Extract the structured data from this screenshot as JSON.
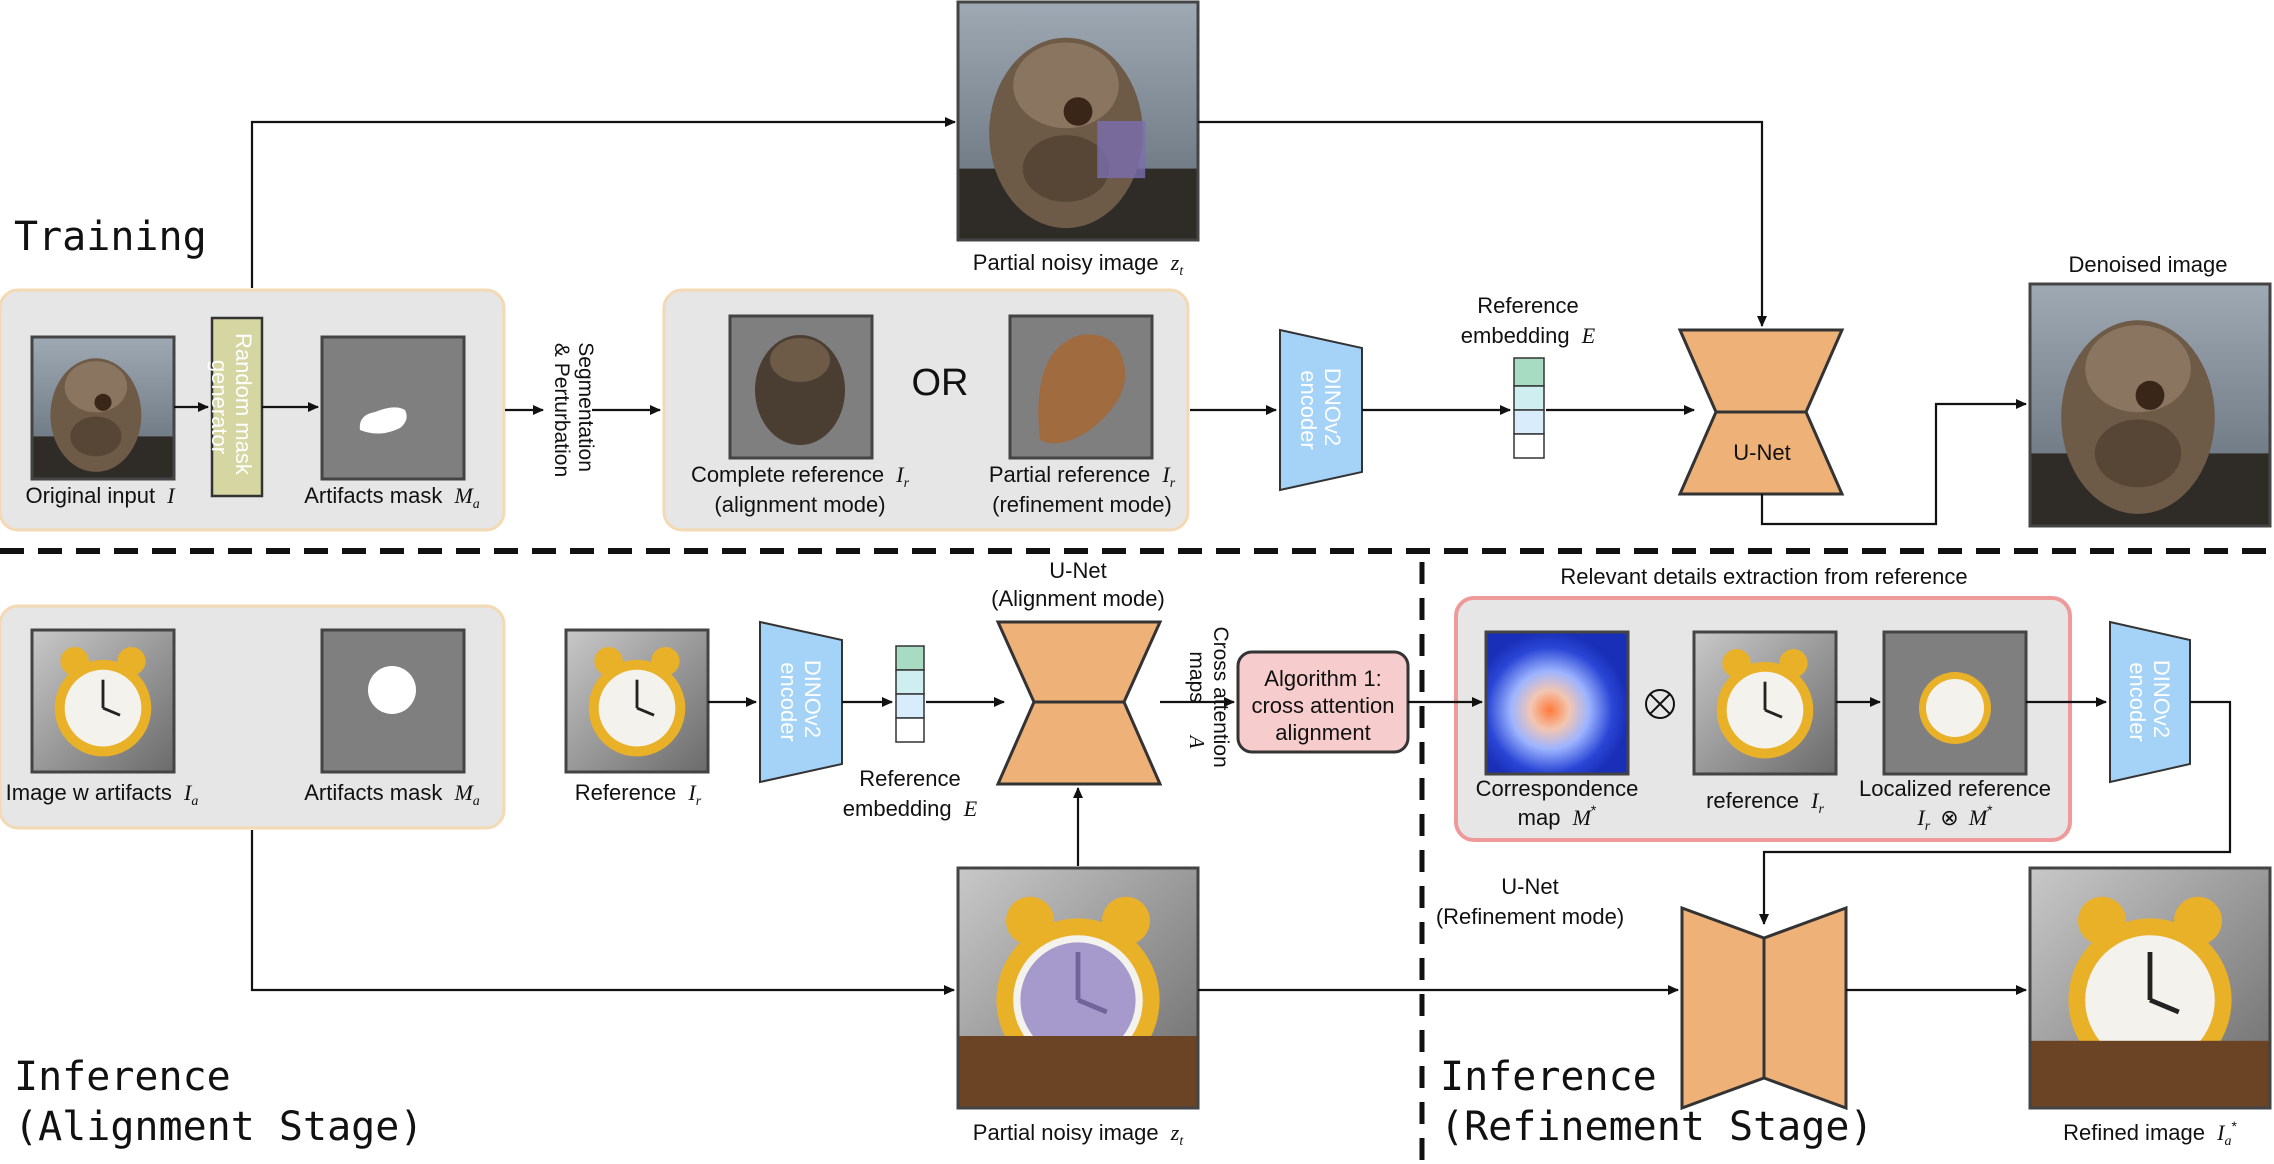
{
  "stages": {
    "training": "Training",
    "inference_alignment_line1": "Inference",
    "inference_alignment_line2": "(Alignment Stage)",
    "inference_refinement_line1": "Inference",
    "inference_refinement_line2": "(Refinement Stage)"
  },
  "training": {
    "partial_noisy_image": "Partial noisy image",
    "original_input": "Original input",
    "random_mask_line1": "Random mask",
    "random_mask_line2": "generator",
    "artifacts_mask": "Artifacts mask",
    "seg_line1": "Segmentation",
    "seg_line2": "& Perturbation",
    "or_label": "OR",
    "complete_ref_line1": "Complete reference",
    "complete_ref_line2": "(alignment mode)",
    "partial_ref_line1": "Partial reference",
    "partial_ref_line2": "(refinement mode)",
    "dino_line1": "DINOv2",
    "dino_line2": "encoder",
    "ref_emb_line1": "Reference",
    "ref_emb_line2": "embedding",
    "unet": "U-Net",
    "denoised_image": "Denoised image"
  },
  "inference": {
    "image_w_artifacts": "Image w artifacts",
    "artifacts_mask": "Artifacts mask",
    "reference": "Reference",
    "dino_line1": "DINOv2",
    "dino_line2": "encoder",
    "ref_emb_line1": "Reference",
    "ref_emb_line2": "embedding",
    "unet_align_line1": "U-Net",
    "unet_align_line2": "(Alignment mode)",
    "cross_attn_line1": "Cross attention",
    "cross_attn_line2": "maps",
    "algo_line1": "Algorithm 1:",
    "algo_line2": "cross attention",
    "algo_line3": "alignment",
    "relevant_details": "Relevant details extraction from reference",
    "corr_map_line1": "Correspondence",
    "corr_map_line2": "map",
    "otimes": "⊗",
    "reference_lower": "reference",
    "localized_line1": "Localized reference",
    "unet_refine_line1": "U-Net",
    "unet_refine_line2": "(Refinement mode)",
    "partial_noisy_image": "Partial noisy image",
    "refined_image": "Refined image"
  },
  "math": {
    "z_t": "z",
    "z_sub": "t",
    "I": "I",
    "M_a": "M",
    "a_sub": "a",
    "I_r": "I",
    "r_sub": "r",
    "E": "E",
    "I_a": "I",
    "A": "A",
    "M_star": "M",
    "star": "*",
    "I_r_otimes_M": "I",
    "refined_I": "I"
  },
  "icons": {
    "backpack": "backpack-photo",
    "clock": "alarm-clock-photo"
  },
  "colors": {
    "unet": "#eeb178",
    "dino": "#a5d3f7",
    "algo": "#f7cccc",
    "random_mask": "#d5d6a2",
    "panel": "#e6e6e6"
  }
}
